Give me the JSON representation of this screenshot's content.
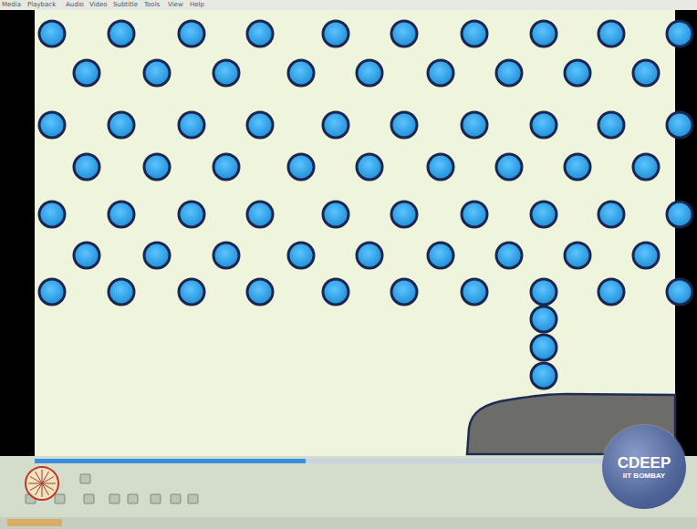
{
  "diagram": {
    "nodes": [
      {
        "text": [
          "CDEEP",
          "IIT BOMBAY"
        ]
      }
    ],
    "labels": [
      "Media",
      "Playback",
      "Audio",
      "Video",
      "Subtitle",
      "Tools",
      "View",
      "Help"
    ]
  }
}
